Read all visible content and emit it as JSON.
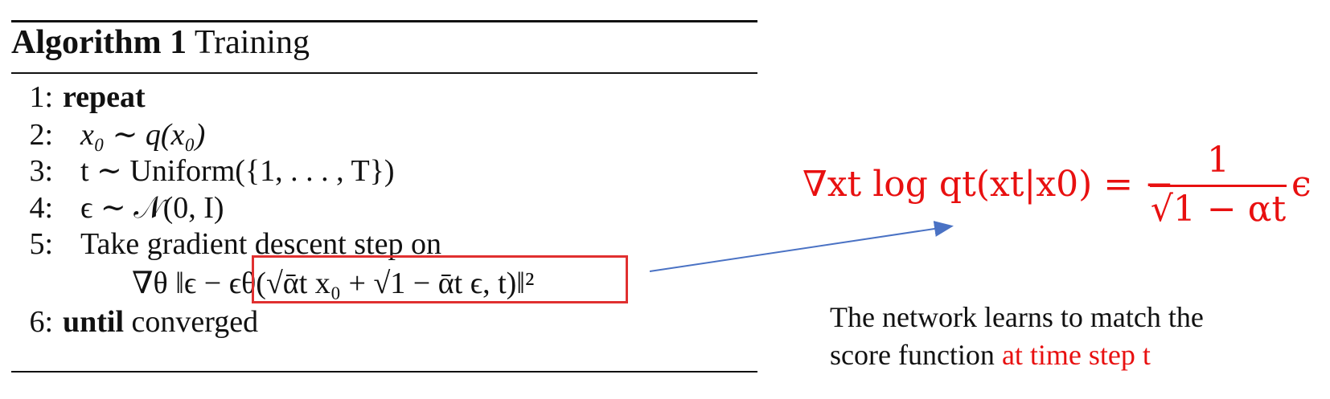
{
  "algorithm": {
    "label": "Algorithm 1",
    "title": "Training",
    "lines": [
      {
        "num": "1:",
        "keyword": "repeat",
        "text": ""
      },
      {
        "num": "2:",
        "text": "x₀ ∼ q(x₀)"
      },
      {
        "num": "3:",
        "text": "t ∼ Uniform({1, . . . , T})"
      },
      {
        "num": "4:",
        "text": "ϵ ∼ 𝒩(0, I)"
      },
      {
        "num": "5:",
        "text": "Take gradient descent step on"
      },
      {
        "num": "",
        "text": "∇θ ‖ϵ − ϵθ(√ᾱt x₀ + √1 − ᾱt ϵ, t)‖²"
      },
      {
        "num": "6:",
        "keyword": "until",
        "text": "converged"
      }
    ]
  },
  "score_equation": {
    "lhs": "∇xt log qt(xt|x0) = −",
    "numerator": "1",
    "denominator": "√1 − αt",
    "tail": "ϵ"
  },
  "caption": {
    "line1": "The network learns to match the",
    "line2_prefix": "score function ",
    "line2_highlight": "at time step t"
  },
  "colors": {
    "highlight": "#e81010",
    "box": "#e03030",
    "arrow": "#4a72c4",
    "text": "#111111"
  }
}
